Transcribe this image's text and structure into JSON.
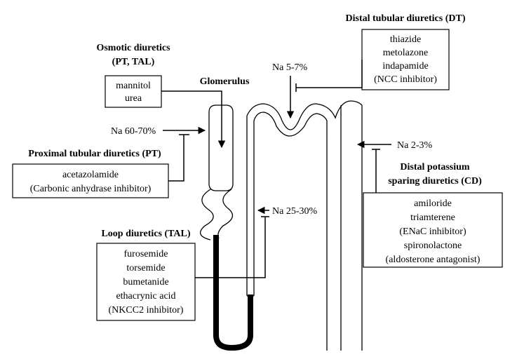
{
  "osmotic": {
    "title_line1": "Osmotic diuretics",
    "title_line2": "(PT, TAL)",
    "drugs": [
      "mannitol",
      "urea"
    ]
  },
  "glomerulus": "Glomerulus",
  "distal_tubular": {
    "title": "Distal tubular diuretics (DT)",
    "drugs": [
      "thiazide",
      "metolazone",
      "indapamide",
      "(NCC inhibitor)"
    ]
  },
  "proximal": {
    "title": "Proximal tubular diuretics (PT)",
    "drugs": [
      "acetazolamide",
      "(Carbonic anhydrase inhibitor)"
    ]
  },
  "distal_k_sparing": {
    "title_line1": "Distal potassium",
    "title_line2": "sparing diuretics (CD)",
    "drugs": [
      "amiloride",
      "triamterene",
      "(ENaC inhibitor)",
      "spironolactone",
      "(aldosterone antagonist)"
    ]
  },
  "loop": {
    "title": "Loop diuretics (TAL)",
    "drugs": [
      "furosemide",
      "torsemide",
      "bumetanide",
      "ethacrynic acid",
      "(NKCC2 inhibitor)"
    ]
  },
  "sodium": {
    "pt": "Na 60-70%",
    "dt": "Na 5-7%",
    "tal": "Na 25-30%",
    "cd": "Na 2-3%"
  }
}
